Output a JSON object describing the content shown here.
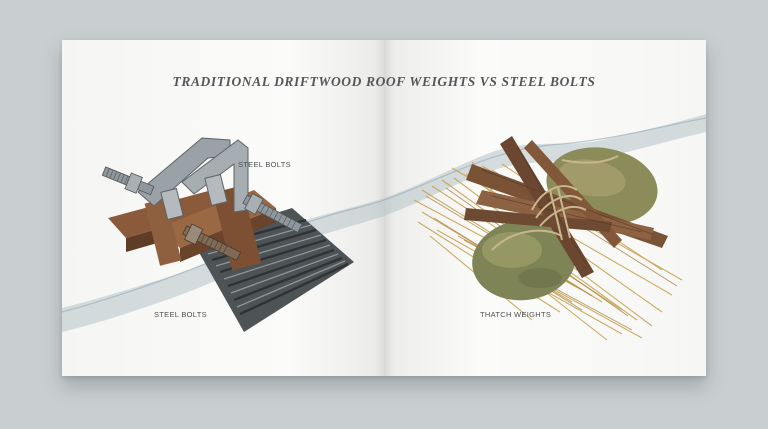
{
  "book": {
    "title": "TRADITIONAL DRIFTWOOD ROOF WEIGHTS VS STEEL BOLTS",
    "left_page": {
      "illustration": "steel-bolt-clamp-on-corrugated-roof",
      "captions": [
        "STEEL BOLTS",
        "STEEL BOLTS"
      ]
    },
    "right_page": {
      "illustration": "driftwood-and-stone-thatch-weights",
      "captions": [
        "THATCH WEIGHTS"
      ]
    }
  },
  "colors": {
    "backdrop": "#c9cfd0",
    "paper": "#fbfbfa",
    "ink": "#55585a",
    "steel": "#8f979c",
    "rust": "#8a5a3a",
    "driftwood": "#7a5236",
    "straw": "#c9a253",
    "stone": "#8c8b5a",
    "wash": "#b7c3c9"
  }
}
